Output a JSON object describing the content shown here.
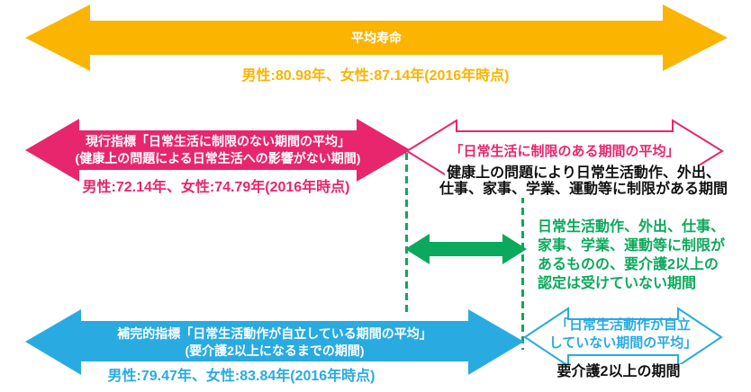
{
  "colors": {
    "orange": "#FBB400",
    "pink": "#E8266D",
    "cyan": "#29ABE2",
    "green": "#0BA95B",
    "black": "#111111"
  },
  "life_expectancy": {
    "label": "平均寿命",
    "stats": "男性:80.98年、女性:87.14年(2016年時点)"
  },
  "current_indicator": {
    "label_line1": "現行指標「日常生活に制限のない期間の平均」",
    "label_line2": "(健康上の問題による日常生活への影響がない期間)",
    "stats": "男性:72.14年、女性:74.79年(2016年時点)"
  },
  "limited_period": {
    "label": "「日常生活に制限のある期間の平均」",
    "desc_line1": "健康上の問題により日常生活動作、外出、",
    "desc_line2": "仕事、家事、学業、運動等に制限がある期間"
  },
  "care_gap_note": {
    "line1": "日常生活動作、外出、仕事、",
    "line2": "家事、学業、運動等に制限が",
    "line3": "あるものの、要介護2以上の",
    "line4": "認定は受けていない期間"
  },
  "supplementary_indicator": {
    "label_line1": "補完的指標「日常生活動作が自立している期間の平均」",
    "label_line2": "(要介護2以上になるまでの期間)",
    "stats": "男性:79.47年、女性:83.84年(2016年時点)"
  },
  "not_independent": {
    "label_line1": "「日常生活動作が自立",
    "label_line2": "していない期間の平均」",
    "desc": "要介護2以上の期間"
  }
}
